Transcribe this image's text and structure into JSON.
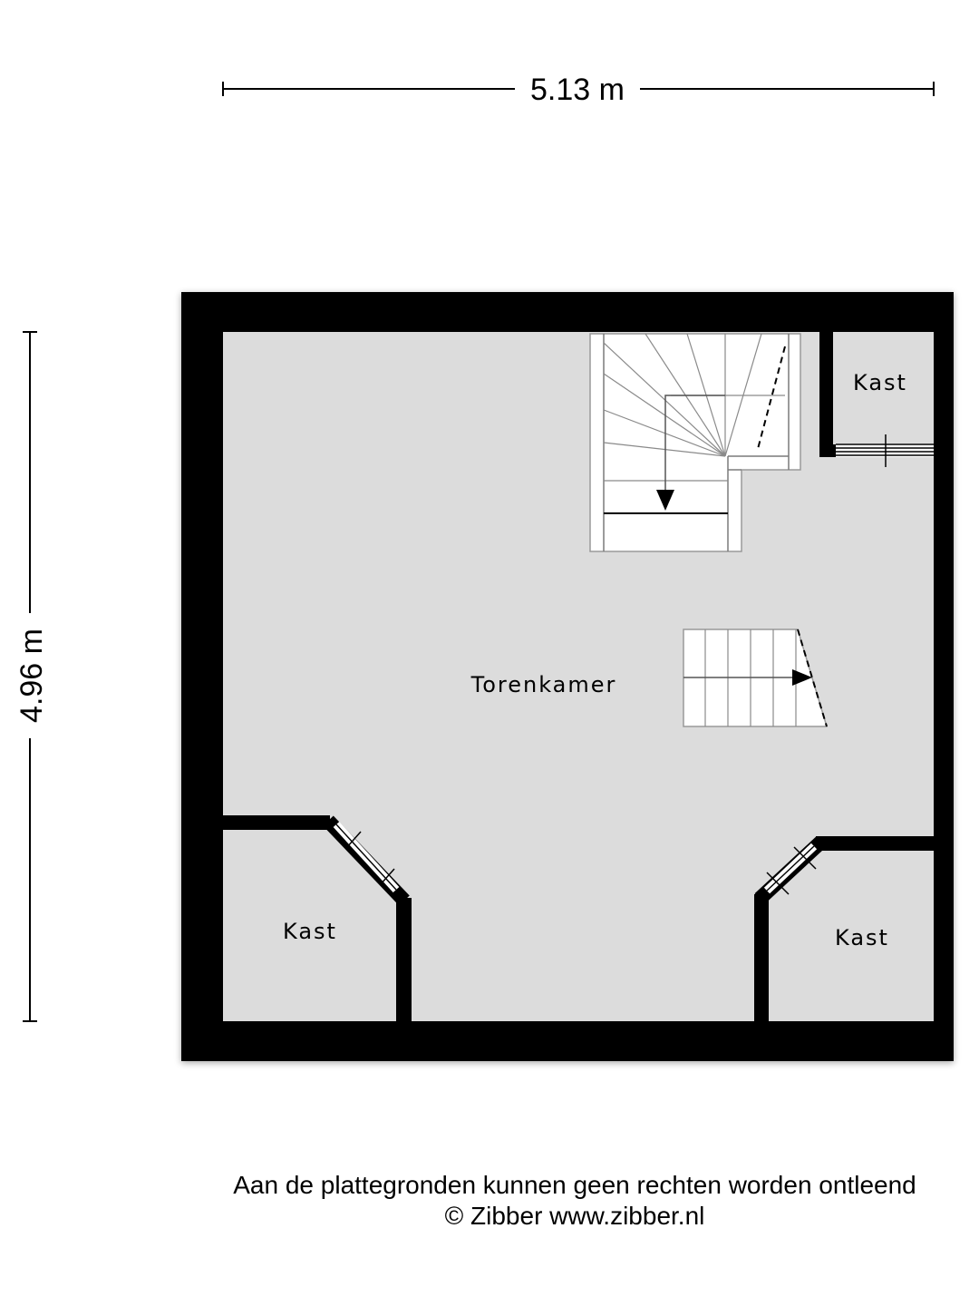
{
  "dimensions": {
    "width": "5.13 m",
    "height": "4.96 m"
  },
  "rooms": {
    "main": "Torenkamer",
    "kast_top_right": "Kast",
    "kast_bottom_left": "Kast",
    "kast_bottom_right": "Kast"
  },
  "footer": {
    "disclaimer": "Aan de plattegronden kunnen geen rechten worden ontleend",
    "copyright": "© Zibber www.zibber.nl"
  },
  "colors": {
    "wall": "#000000",
    "floor": "#dcdcdc",
    "stair": "#ffffff",
    "stair_line": "#7a7a7a"
  }
}
